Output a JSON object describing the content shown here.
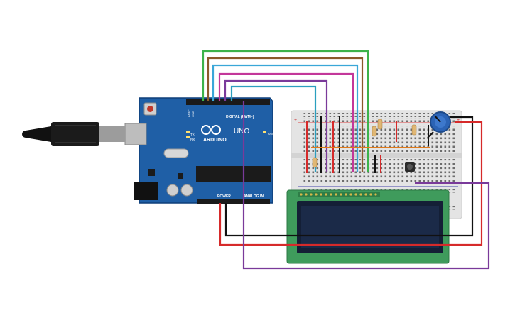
{
  "arduino": {
    "brand": "ARDUINO",
    "model": "UNO",
    "digital_label": "DIGITAL (PWM~)",
    "power_label": "POWER",
    "analog_label": "ANALOG IN",
    "on_label": "ON",
    "tx_label": "TX",
    "rx_label": "RX",
    "aref_label": "AREF",
    "gnd_label": "GND"
  },
  "colors": {
    "board": "#1f5fa6",
    "board_edge": "#0f3f78",
    "breadboard": "#e3e3e3",
    "lcd_pcb": "#3f9b5c",
    "lcd_screen": "#1b2a48",
    "wire_green": "#3cb34a",
    "wire_brown": "#8b5a2b",
    "wire_cyan": "#3aa7d8",
    "wire_magenta": "#c3379a",
    "wire_purple": "#7a3a9a",
    "wire_teal": "#2a9fbf",
    "wire_red": "#d62a2a",
    "wire_black": "#111111",
    "wire_orange": "#e07a1a",
    "pot": "#2b63b5"
  },
  "icons": [
    "usb-cable-icon",
    "potentiometer-icon",
    "pushbutton-icon",
    "resistor-icon"
  ]
}
